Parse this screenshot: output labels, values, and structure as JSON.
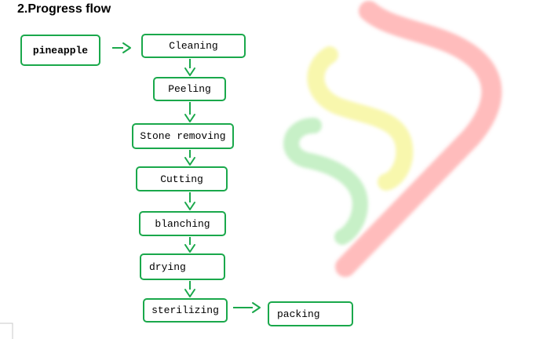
{
  "title": "2.Progress flow",
  "colors": {
    "node_border": "#1aa84b",
    "arrow": "#1aa84b",
    "watermark_red": "#ff6b6b",
    "watermark_yellow": "#f2f06a",
    "watermark_green": "#8fe28f"
  },
  "nodes": [
    {
      "label": "pineapple"
    },
    {
      "label": "Cleaning"
    },
    {
      "label": "Peeling"
    },
    {
      "label": "Stone removing"
    },
    {
      "label": "Cutting"
    },
    {
      "label": "blanching"
    },
    {
      "label": "drying"
    },
    {
      "label": "sterilizing"
    },
    {
      "label": "packing"
    }
  ],
  "edges": [
    {
      "from": "pineapple",
      "to": "Cleaning"
    },
    {
      "from": "Cleaning",
      "to": "Peeling"
    },
    {
      "from": "Peeling",
      "to": "Stone removing"
    },
    {
      "from": "Stone removing",
      "to": "Cutting"
    },
    {
      "from": "Cutting",
      "to": "blanching"
    },
    {
      "from": "blanching",
      "to": "drying"
    },
    {
      "from": "drying",
      "to": "sterilizing"
    },
    {
      "from": "sterilizing",
      "to": "packing"
    }
  ]
}
